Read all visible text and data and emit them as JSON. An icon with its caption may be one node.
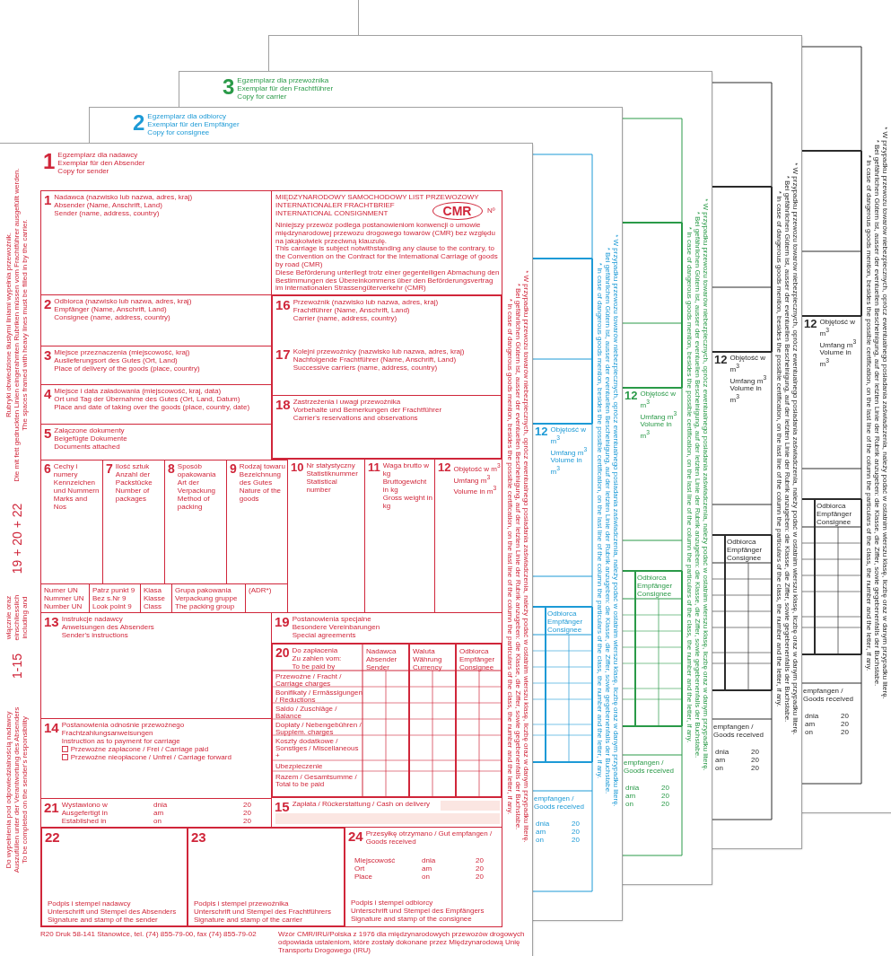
{
  "diagram": {
    "nodes": [
      {
        "text": [
          "1",
          "Egzemplarz dla nadawcy",
          "Exemplar für den Absender",
          "Copy for sender"
        ]
      },
      {
        "text": [
          "1",
          "Nadawca (nazwisko lub nazwa, adres, kraj)",
          "Absender (Name, Anschrift, Land)",
          "Sender (name, address, country)"
        ],
        "in": 0
      },
      {
        "text": [
          "MIĘDZYNARODOWY SAMOCHODOWY LIST PRZEWOZOWY",
          "INTERNATIONALER FRACHTBRIEF",
          "INTERNATIONAL CONSIGNMENT",
          "Nº",
          "Niniejszy przewóz podlega postanowieniom konwencji o umowie międzynarodowej przewozu drogowego towarów (CMR) bez względu na jakąkolwiek przeciwną klauzulę.",
          "This carriage is subject notwithstanding any clause to the contrary, to the Convention on the Contract for the International Carriage of goods by road (CMR)",
          "Diese Beförderung unterliegt trotz einer gegenteiligen Abmachung den Bestimmungen des Übereinkommens über den Beförderungsvertrag im internationalen Strassengüterverkehr (CMR)"
        ]
      },
      {
        "text": [
          "CMR"
        ]
      },
      {
        "text": [
          "2",
          "Odbiorca (nazwisko lub nazwa, adres, kraj)",
          "Empfänger (Name, Anschrift, Land)",
          "Consignee (name, address, country)"
        ],
        "in": 0
      },
      {
        "text": [
          "3",
          "Miejsce przeznaczenia (miejscowość, kraj)",
          "Auslieferungsort des Gutes (Ort, Land)",
          "Place of delivery of the goods (place, country)"
        ],
        "in": 0
      },
      {
        "text": [
          "4",
          "Miejsce i data załadowania (miejscowość, kraj, data)",
          "Ort und Tag der Übernahme des Gutes (Ort, Land, Datum)",
          "Place and date of taking over the goods (place, country, date)"
        ],
        "in": 0
      },
      {
        "text": [
          "5",
          "Załączone dokumenty",
          "Beigefügte Dokumente",
          "Documents attached"
        ],
        "in": 0
      },
      {
        "text": [
          "16",
          "Przewoźnik (nazwisko lub nazwa, adres, kraj)",
          "Frachtführer (Name, Anschrift, Land)",
          "Carrier (name, address, country)"
        ]
      },
      {
        "text": [
          "17",
          "Kolejni przewoźnicy (nazwisko lub nazwa, adres, kraj)",
          "Nachfolgende Frachtführer (Name, Anschrift, Land)",
          "Successive carriers (name, address, country)"
        ]
      },
      {
        "text": [
          "18",
          "Zastrzeżenia i uwagi przewoźnika",
          "Vorbehalte und Bemerkungen der Frachtführer",
          "Carrier's reservations and observations"
        ]
      },
      {
        "text": [
          "6",
          "Cechy i numery",
          "Kennzeichen und Nummern",
          "Marks and Nos"
        ],
        "in": 0
      },
      {
        "text": [
          "7",
          "Ilość sztuk",
          "Anzahl der Packstücke",
          "Number of packages"
        ]
      },
      {
        "text": [
          "8",
          "Sposób opakowania",
          "Art der Verpackung",
          "Method of packing"
        ]
      },
      {
        "text": [
          "9",
          "Rodzaj towaru",
          "Bezeichnung des Gutes",
          "Nature of the goods"
        ]
      },
      {
        "text": [
          "10",
          "Nr statystyczny",
          "Statistiknummer",
          "Statistical number"
        ]
      },
      {
        "text": [
          "11",
          "Waga brutto w kg",
          "Bruttogewicht in kg",
          "Gross weight in kg"
        ]
      },
      {
        "text": [
          "12",
          "Objętość w m$^{3}$",
          "Umfang m$^{3}$",
          "Volume in m$^{3}$"
        ]
      },
      {
        "text": [
          "Numer UN",
          "Nummer UN",
          "Number UN"
        ],
        "in": 0
      },
      {
        "text": [
          "Patrz punkt 9",
          "Bez s.Nr 9",
          "Look point 9"
        ]
      },
      {
        "text": [
          "Klasa",
          "Klasse",
          "Class"
        ]
      },
      {
        "text": [
          "Grupa pakowania",
          "Verpackung gruppe",
          "The packing group"
        ]
      },
      {
        "text": [
          "(ADR*)"
        ]
      },
      {
        "text": [
          "13",
          "Instrukcje nadawcy",
          "Anweisungen des Absenders",
          "Sender's instructions"
        ],
        "in": 0
      },
      {
        "text": [
          "19",
          "Postanowienia specjalne",
          "Besondere Vereinbarungen",
          "Special agreements"
        ]
      },
      {
        "text": [
          "20",
          "Do zapłacenia",
          "Zu zahlen vom:",
          "To be paid by",
          "Nadawca",
          "Absender",
          "Sender",
          "Waluta",
          "Währung",
          "Currency",
          "Odbiorca",
          "Empfänger",
          "Consignee",
          "Przewoźne / Fracht / Carriage charges",
          "Bonifikaty / Ermässigungen / Reductions",
          "Saldo / Zuschläge / Balance",
          "Dopłaty / Nebengebühren / Supplem. charges",
          "Koszty dodatkowe / Sonstiges / Miscellaneous +",
          "Ubezpieczenie",
          "Razem / Gesamtsumme / Total to be paid"
        ]
      },
      {
        "text": [
          "14",
          "Postanowienia odnośnie przewoźnego",
          "Frachtzahlungsanweisungen",
          "Instruction as to payment for carriage",
          "Przewoźne zapłacone / Frei / Carriage paid",
          "Przewoźne nieopłacone / Unfrei / Carriage forward"
        ],
        "in": 0
      },
      {
        "text": [
          "15",
          "Zapłata / Rückerstattung / Cash on delivery"
        ]
      },
      {
        "text": [
          "21",
          "Wystawiono w",
          "Ausgefertigt in",
          "Established in",
          "dnia",
          "am",
          "on",
          "20",
          "20",
          "20"
        ],
        "in": 0
      },
      {
        "text": [
          "22",
          "Podpis i stempel nadawcy",
          "Unterschrift und Stempel des Absenders",
          "Signature and stamp of the sender"
        ],
        "in": 0
      },
      {
        "text": [
          "23",
          "Podpis i stempel przewoźnika",
          "Unterschrift und Stempel des Frachtführers",
          "Signature and stamp of the carrier"
        ],
        "in": 0
      },
      {
        "text": [
          "24",
          "Przesyłkę otrzymano / Gut empfangen / Goods received",
          "Miejscowość",
          "Ort",
          "Place",
          "dnia",
          "am",
          "on",
          "20",
          "20",
          "20",
          "Podpis i stempel odbiorcy",
          "Unterschrift und Stempel des Empfängers",
          "Signature and stamp of the consignee"
        ],
        "in": 0
      },
      {
        "text": [
          "2",
          "Egzemplarz dla odbiorcy",
          "Exemplar für den Empfänger",
          "Copy for consignee"
        ]
      },
      {
        "text": [
          "12",
          "Objętość w m$^{3}$",
          "Umfang m$^{3}$",
          "Volume in m$^{3}$"
        ]
      },
      {
        "text": [
          "Odbiorca",
          "Empfänger",
          "Consignee"
        ]
      },
      {
        "text": [
          "empfangen / Goods received",
          "dnia",
          "am",
          "on",
          "20",
          "20",
          "20"
        ]
      },
      {
        "text": [
          "3",
          "Egzemplarz dla przewoźnika",
          "Exemplar für den Frachtführer",
          "Copy for carrier"
        ]
      },
      {
        "text": [
          "12",
          "Objętość w m$^{3}$",
          "Umfang m$^{3}$",
          "Volume in m$^{3}$"
        ]
      },
      {
        "text": [
          "Odbiorca",
          "Empfänger",
          "Consignee"
        ]
      },
      {
        "text": [
          "empfangen / Goods received",
          "dnia",
          "am",
          "on",
          "20",
          "20",
          "20"
        ]
      },
      {
        "text": [],
        "shape": "box"
      },
      {
        "text": [
          "12",
          "Objętość w m$^{3}$",
          "Umfang m$^{3}$",
          "Volume in m$^{3}$"
        ]
      },
      {
        "text": [
          "Odbiorca",
          "Empfänger",
          "Consignee"
        ]
      },
      {
        "text": [
          "empfangen / Goods received",
          "dnia",
          "am",
          "on",
          "20",
          "20",
          "20"
        ]
      },
      {
        "text": [],
        "shape": "box"
      },
      {
        "text": [
          "12",
          "Objętość w m$^{3}$",
          "Umfang m$^{3}$",
          "Volume in m$^{3}$"
        ],
        "in": 44
      },
      {
        "text": [
          "Odbiorca",
          "Empfänger",
          "Consignee"
        ],
        "in": 44
      },
      {
        "text": [
          "empfangen / Goods received",
          "dnia",
          "am",
          "on",
          "20",
          "20",
          "20"
        ],
        "in": 44
      }
    ],
    "labels": [
      "Rubryki obwiedzione tłustymi liniami wypełnia przewoźnik.",
      "Die mit fett gedruckten Linien eingerahmten Rubriken müssen vom Frachtführer ausgefüllt werden.",
      "The spaces framed with heavy lines must be filled in by the carrier.",
      "19 + 20 + 22",
      "włącznie oraz",
      "einschliesslich",
      "including and",
      "1-15",
      "Do wypełnienia pod odpowiedzialnością nadawcy",
      "Auszufüllen unter der Verantwortung des Absenders",
      "To be completed on the sender's responsibility",
      "* W przypadku przewozu towarów niebezpiecznych, oprócz ewentualnego posiadania zaświadczenia, należy podać w ostatnim wierszu klasę, liczbę oraz w danym przypadku literę.",
      "* Bei gefährlichen Gütern ist, ausser der eventuellen Bescheinigung, auf der letzten Linie der Rubrik anzugeben: die Klasse, die Ziffer, sowie gegebenenfalls der Buchstabe.",
      "* In case of dangerous goods mention, besides the possible certification, on the last line of the column the particulars of the class, the number and the letter, if any.",
      "R20 Druk 58-141 Stanowice, tel. (74) 855-79-00, fax (74) 855-79-02",
      "Wzór CMR/IRU/Polska z 1976 dla międzynarodowych przewozów drogowych odpowiada ustaleniom, które zostały dokonane przez Międzynarodową Unię Transportu Drogowego (IRU)",
      "* W przypadku przewozu towarów niebezpiecznych, oprócz ewentualnego posiadania zaświadczenia, należy podać w ostatnim wierszu klasę, liczbę oraz w danym przypadku literę.",
      "* Bei gefährlichen Gütern ist, ausser der eventuellen Bescheinigung, auf der letzten Linie der Rubrik anzugeben: die Klasse, die Ziffer, sowie gegebenenfalls der Buchstabe.",
      "* In case of dangerous goods mention, besides the possible certification, on the last line of the column the particulars of the class, the number and the letter, if any.",
      "* W przypadku przewozu towarów niebezpiecznych, oprócz ewentualnego posiadania zaświadczenia, należy podać w ostatnim wierszu klasę, liczbę oraz w danym przypadku literę.",
      "* Bei gefährlichen Gütern ist, ausser der eventuellen Bescheinigung, auf der letzten Linie der Rubrik anzugeben: die Klasse, die Ziffer, sowie gegebenenfalls der Buchstabe.",
      "* In case of dangerous goods mention, besides the possible certification, on the last line of the column the particulars of the class, the number and the letter, if any.",
      "* W przypadku przewozu towarów niebezpiecznych, oprócz ewentualnego posiadania zaświadczenia, należy podać w ostatnim wierszu klasę, liczbę oraz w danym przypadku literę.",
      "* Bei gefährlichen Gütern ist, ausser der eventuellen Bescheinigung, auf der letzten Linie der Rubrik anzugeben: die Klasse, die Ziffer, sowie gegebenenfalls der Buchstabe.",
      "* In case of dangerous goods mention, besides the possible certification, on the last line of the column the particulars of the class, the number and the letter, if any.",
      "* W przypadku przewozu towarów niebezpiecznych, oprócz ewentualnego posiadania zaświadczenia, należy podać w ostatnim wierszu klasę, liczbę oraz w danym przypadku literę.",
      "* Bei gefährlichen Gütern ist, ausser der eventuellen Bescheinigung, auf der letzten Linie der Rubrik anzugeben: die Klasse, die Ziffer, sowie gegebenenfalls der Buchstabe.",
      "* In case of dangerous goods mention, besides the possible certification, on the last line of the column the particulars of the class, the number and the letter, if any."
    ]
  }
}
